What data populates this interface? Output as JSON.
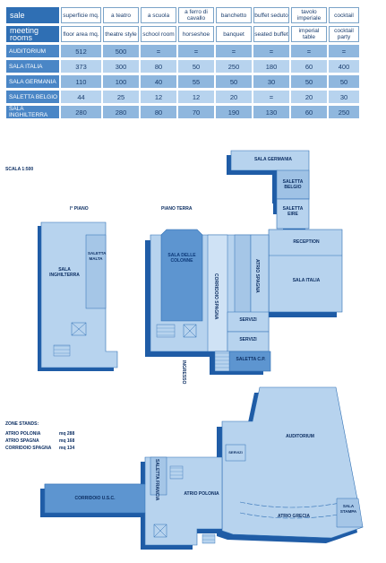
{
  "table": {
    "header_row1": [
      "sale",
      "superficie mq.",
      "a teatro",
      "a scuola",
      "a ferro di cavallo",
      "banchetto",
      "buffet seduto",
      "tavolo imperiale",
      "cocktail"
    ],
    "header_row2": [
      "meeting rooms",
      "floor area mq.",
      "theatre style",
      "school room",
      "horseshoe",
      "banquet",
      "seated buffet",
      "imperial table",
      "cocktail party"
    ],
    "rows": [
      {
        "name": "AUDITORIUM",
        "values": [
          "512",
          "500",
          "=",
          "=",
          "=",
          "=",
          "=",
          "="
        ]
      },
      {
        "name": "SALA ITALIA",
        "values": [
          "373",
          "300",
          "80",
          "50",
          "250",
          "180",
          "60",
          "400"
        ]
      },
      {
        "name": "SALA GERMANIA",
        "values": [
          "110",
          "100",
          "40",
          "55",
          "50",
          "30",
          "50",
          "50"
        ]
      },
      {
        "name": "SALETTA BELGIO",
        "values": [
          "44",
          "25",
          "12",
          "12",
          "20",
          "=",
          "20",
          "30"
        ]
      },
      {
        "name": "SALA INGHILTERRA",
        "values": [
          "280",
          "280",
          "80",
          "70",
          "190",
          "130",
          "60",
          "250"
        ]
      }
    ]
  },
  "scale": "SCALA 1:500",
  "floors": {
    "first": "I° PIANO",
    "ground": "PIANO TERRA"
  },
  "rooms": {
    "sala_germania": "SALA GERMANIA",
    "saletta_belgio": "SALETTA BELGIO",
    "saletta_eire": "SALETTA EIRE",
    "reception": "RECEPTION",
    "sala_italia": "SALA ITALIA",
    "sala_inghilterra": "SALA INGHILTERRA",
    "saletta_malta": "SALETTA MALTA",
    "sala_delle_colonne": "SALA DELLE COLONNE",
    "corridoio_spagna": "CORRIDOIO SPAGNA",
    "atrio_spagna": "ATRIO SPAGNA",
    "servizi_1": "SERVIZI",
    "servizi_2": "SERVIZI",
    "saletta_cp": "SALETTA C.P.",
    "ingresso": "INGRESSO",
    "auditorium": "AUDITORIUM",
    "atrio_grecia": "ATRIO GRECIA",
    "sala_stampa": "SALA STAMPA",
    "atrio_polonia": "ATRIO POLONIA",
    "saletta_francia": "SALETTA FRANCIA",
    "corridoio_usc": "CORRIDOIO U.S.C.",
    "servizi_3": "SERVIZI"
  },
  "zone_stands": {
    "title": "ZONE STANDS:",
    "items": [
      {
        "name": "ATRIO POLONIA",
        "area": "mq 288"
      },
      {
        "name": "ATRIO SPAGNA",
        "area": "mq 168"
      },
      {
        "name": "CORRIDOIO SPAGNA",
        "area": "mq 134"
      }
    ]
  },
  "colors": {
    "room_light": "#b7d3ee",
    "room_mid": "#8fb7de",
    "room_dark": "#2f6fb4",
    "shadow": "#1f5ca6",
    "text": "#0d2f63"
  }
}
